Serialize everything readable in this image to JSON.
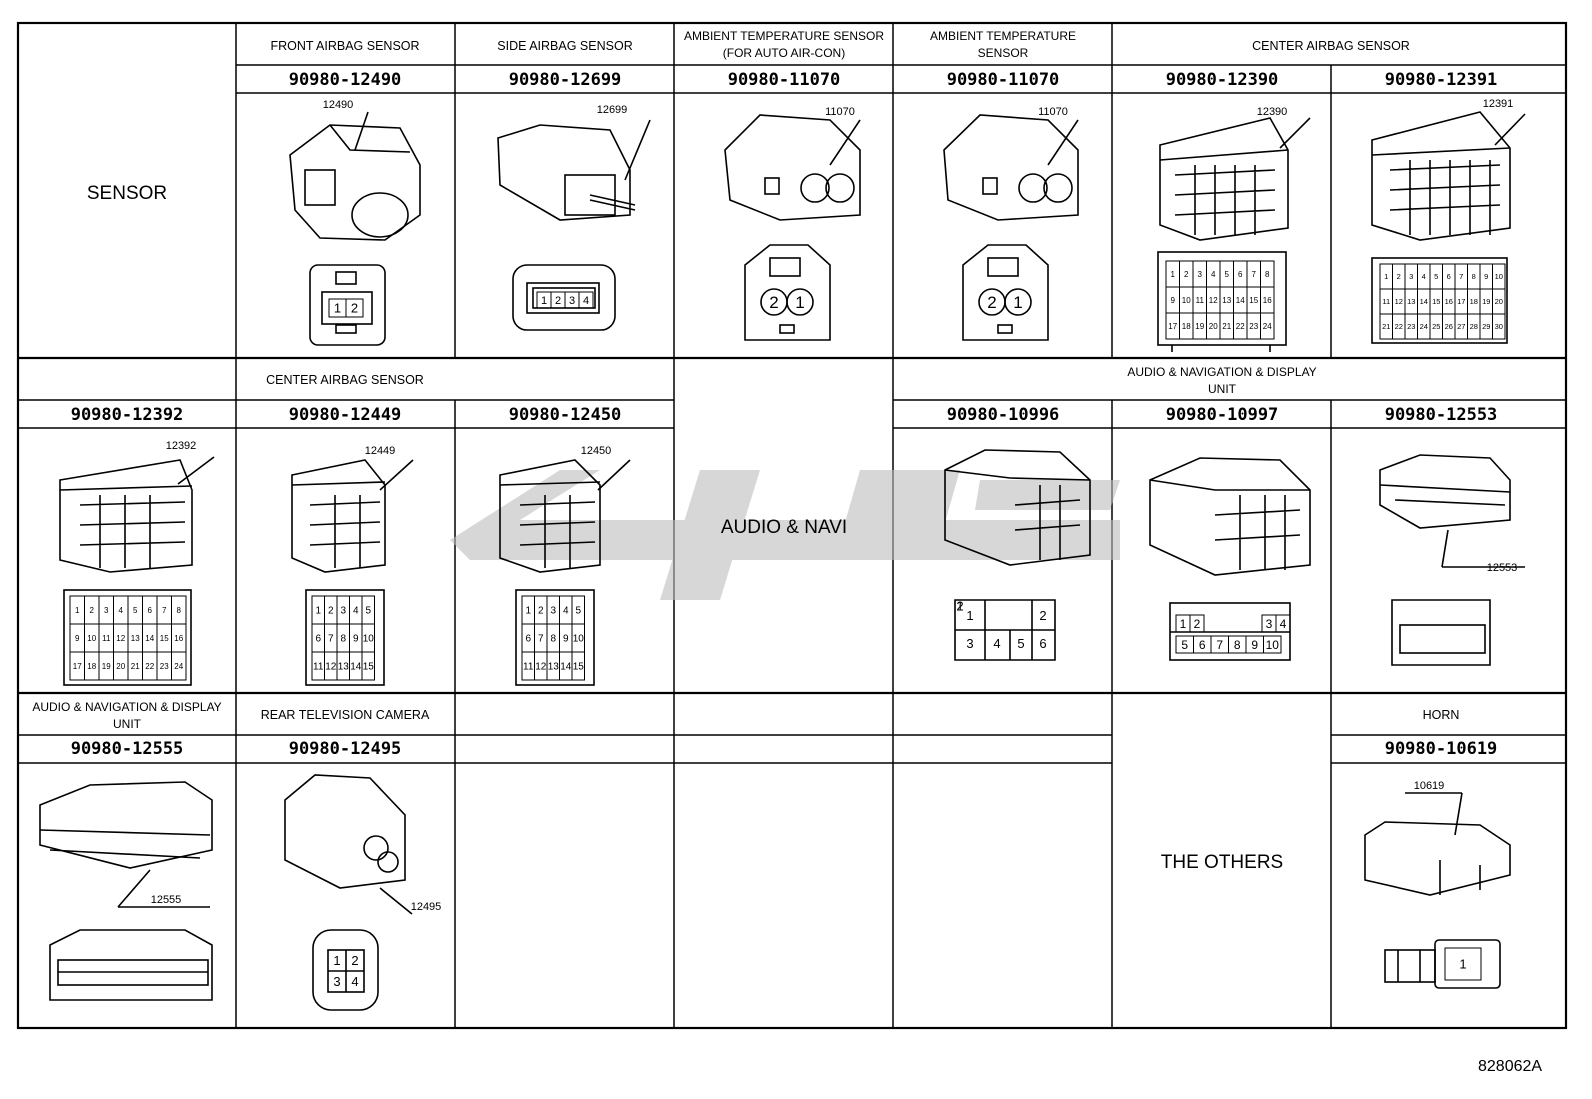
{
  "figure_id": "828062A",
  "colors": {
    "line": "#000000",
    "watermark": "#b8b8b8"
  },
  "rows": [
    {
      "group_label": "SENSOR",
      "cells": [
        {
          "title": "FRONT AIRBAG SENSOR",
          "part": "90980-12490",
          "callout": "12490",
          "pins": [
            "1",
            "2"
          ],
          "icon": "connector-2pin"
        },
        {
          "title": "SIDE AIRBAG SENSOR",
          "part": "90980-12699",
          "callout": "12699",
          "pins": [
            "1",
            "2",
            "3",
            "4"
          ],
          "icon": "connector-4pin"
        },
        {
          "title": "AMBIENT TEMPERATURE SENSOR (FOR AUTO AIR-CON)",
          "part": "90980-11070",
          "callout": "11070",
          "pins": [
            "2",
            "1"
          ],
          "icon": "connector-2pin-round"
        },
        {
          "title": "AMBIENT TEMPERATURE SENSOR",
          "part": "90980-11070",
          "callout": "11070",
          "pins": [
            "2",
            "1"
          ],
          "icon": "connector-2pin-round"
        },
        {
          "title": "CENTER AIRBAG SENSOR",
          "part": "90980-12390",
          "callout": "12390",
          "pins": [
            "1",
            "2",
            "3",
            "4",
            "5",
            "6",
            "7",
            "8",
            "9",
            "10",
            "11",
            "12",
            "13",
            "14",
            "15",
            "16",
            "17",
            "18",
            "19",
            "20",
            "21",
            "22",
            "23",
            "24"
          ],
          "icon": "connector-24pin"
        },
        {
          "title": "",
          "part": "90980-12391",
          "callout": "12391",
          "pins": [
            "1",
            "2",
            "3",
            "4",
            "5",
            "6",
            "7",
            "8",
            "9",
            "10",
            "11",
            "12",
            "13",
            "14",
            "15",
            "16",
            "17",
            "18",
            "19",
            "20",
            "21",
            "22",
            "23",
            "24",
            "25",
            "26",
            "27",
            "28",
            "29",
            "30"
          ],
          "icon": "connector-30pin"
        }
      ]
    },
    {
      "group_label": "CENTER AIRBAG SENSOR",
      "cells": [
        {
          "part": "90980-12392",
          "callout": "12392",
          "pins": [
            "1",
            "2",
            "3",
            "4",
            "5",
            "6",
            "7",
            "8",
            "9",
            "10",
            "11",
            "12",
            "13",
            "14",
            "15",
            "16",
            "17",
            "18",
            "19",
            "20",
            "21",
            "22",
            "23",
            "24"
          ],
          "icon": "connector-24pin"
        },
        {
          "part": "90980-12449",
          "callout": "12449",
          "pins": [
            "1",
            "2",
            "3",
            "4",
            "5",
            "6",
            "7",
            "8",
            "9",
            "10",
            "11",
            "12",
            "13",
            "14",
            "15"
          ],
          "icon": "connector-15pin"
        },
        {
          "part": "90980-12450",
          "callout": "12450",
          "pins": [
            "1",
            "2",
            "3",
            "4",
            "5",
            "6",
            "7",
            "8",
            "9",
            "10",
            "11",
            "12",
            "13",
            "14",
            "15"
          ],
          "icon": "connector-15pin"
        }
      ],
      "middle_label": "AUDIO & NAVI",
      "right_group_label": "AUDIO & NAVIGATION & DISPLAY UNIT",
      "right_cells": [
        {
          "part": "90980-10996",
          "pins": [
            "1",
            "2",
            "3",
            "4",
            "5",
            "6"
          ],
          "icon": "connector-6pin"
        },
        {
          "part": "90980-10997",
          "pins": [
            "1",
            "2",
            "3",
            "4",
            "5",
            "6",
            "7",
            "8",
            "9",
            "10"
          ],
          "icon": "connector-10pin"
        },
        {
          "part": "90980-12553",
          "callout": "12553",
          "icon": "connector-multi-pin"
        }
      ]
    },
    {
      "cells": [
        {
          "title": "AUDIO & NAVIGATION & DISPLAY UNIT",
          "part": "90980-12555",
          "callout": "12555",
          "icon": "connector-multi-pin"
        },
        {
          "title": "REAR TELEVISION CAMERA",
          "part": "90980-12495",
          "callout": "12495",
          "pins": [
            "1",
            "2",
            "3",
            "4"
          ],
          "icon": "connector-4pin-square"
        }
      ],
      "others_label": "THE OTHERS",
      "horn": {
        "title": "HORN",
        "part": "90980-10619",
        "callout": "10619",
        "pins": [
          "1"
        ],
        "icon": "connector-1pin"
      }
    }
  ]
}
